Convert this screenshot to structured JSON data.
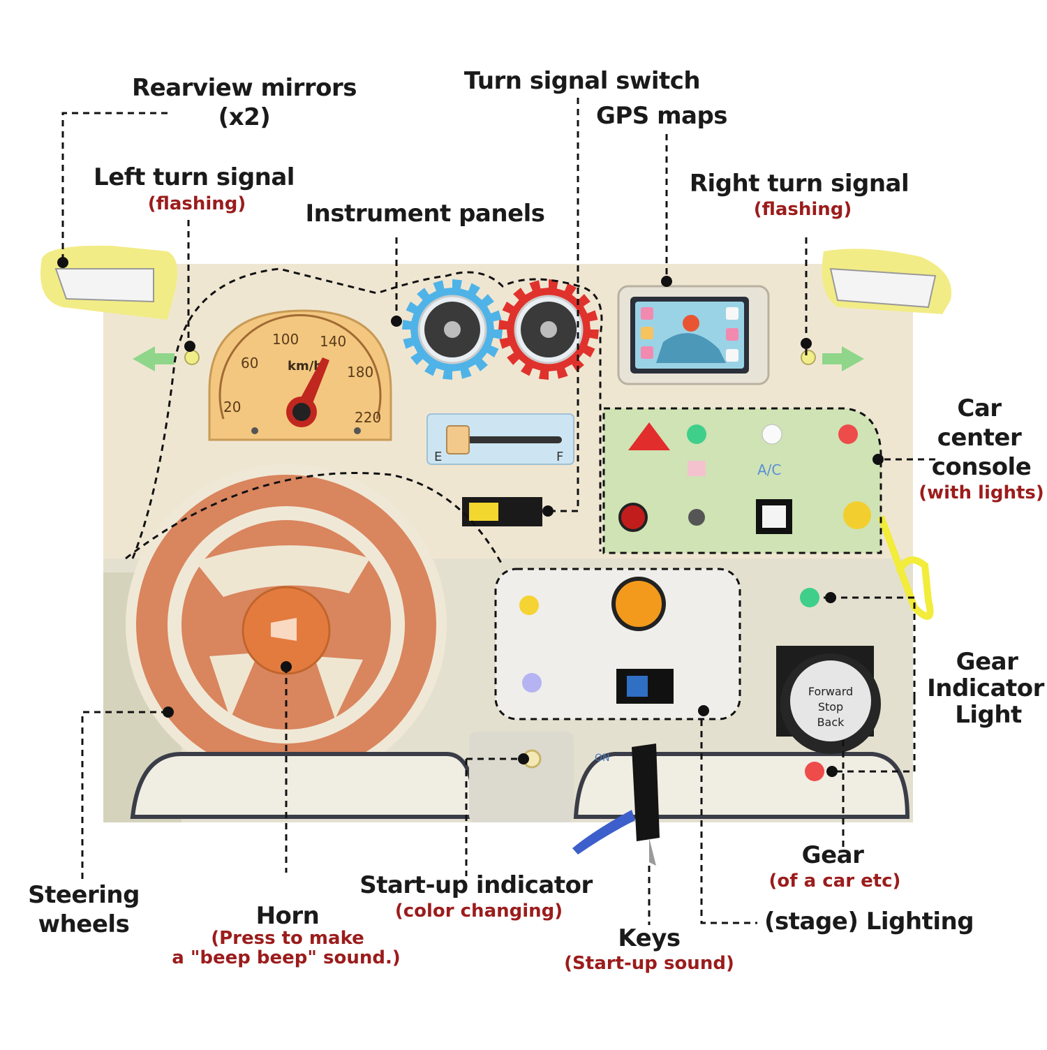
{
  "labels": {
    "rearview_mirrors": "Rearview mirrors",
    "rearview_count": "(x2)",
    "turn_signal_switch": "Turn signal switch",
    "gps_maps": "GPS maps",
    "left_turn_signal": "Left turn signal",
    "left_turn_note": "(flashing)",
    "instrument_panels": "Instrument panels",
    "right_turn_signal": "Right turn signal",
    "right_turn_note": "(flashing)",
    "center_console_1": "Car",
    "center_console_2": "center",
    "center_console_3": "console",
    "center_console_note": "(with lights)",
    "gear_indicator_1": "Gear",
    "gear_indicator_2": "Indicator",
    "gear_indicator_3": "Light",
    "gear": "Gear",
    "gear_note": "(of a car etc)",
    "stage_lighting": "(stage) Lighting",
    "steering_1": "Steering",
    "steering_2": "wheels",
    "horn": "Horn",
    "horn_note_1": "(Press to make",
    "horn_note_2": "a \"beep beep\" sound.)",
    "startup_indicator": "Start-up indicator",
    "startup_note": "(color changing)",
    "keys": "Keys",
    "keys_note": "(Start-up sound)"
  },
  "device": {
    "speedometer": {
      "ticks": [
        "20",
        "60",
        "100",
        "140",
        "180",
        "220"
      ],
      "unit": "km/h"
    },
    "fuel": {
      "empty": "E",
      "full": "F"
    },
    "console_ac": "A/C",
    "gear_knob": [
      "Forward",
      "Stop",
      "Back"
    ],
    "ignition_on": "ON"
  },
  "colors": {
    "board": "#efe6d2",
    "panel_green": "#cfe3b4",
    "wheel": "#d9855e",
    "mirror": "#f2ec86",
    "gear_blue": "#4fb3e8",
    "gear_red": "#e0322c",
    "accent_red": "#9b1c1c"
  }
}
